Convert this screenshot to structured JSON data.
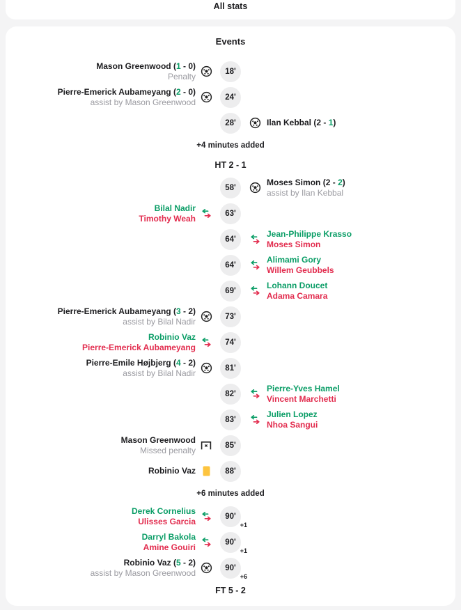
{
  "colors": {
    "page_bg": "#f4f4f5",
    "card_bg": "#ffffff",
    "pill_bg": "#ededee",
    "text": "#1c1c1f",
    "muted": "#9a9aa0",
    "green": "#0a9d66",
    "red": "#e22c4e",
    "yellow": "#fdc43f",
    "icon": "#222222"
  },
  "top_bar": {
    "label": "All stats"
  },
  "events": {
    "title": "Events",
    "rows": [
      {
        "type": "goal",
        "side": "home",
        "minute": "18'",
        "player": "Mason Greenwood",
        "score_parts": [
          " (",
          "1",
          " - ",
          "0",
          ")"
        ],
        "highlight": "home",
        "subtitle": "Penalty"
      },
      {
        "type": "goal",
        "side": "home",
        "minute": "24'",
        "player": "Pierre-Emerick Aubameyang",
        "score_parts": [
          " (",
          "2",
          " - ",
          "0",
          ")"
        ],
        "highlight": "home",
        "subtitle": "assist by Mason Greenwood"
      },
      {
        "type": "goal",
        "side": "away",
        "minute": "28'",
        "player": "Ilan Kebbal",
        "score_parts": [
          " (",
          "2",
          " - ",
          "1",
          ")"
        ],
        "highlight": "away",
        "subtitle": ""
      },
      {
        "type": "note",
        "text": "+4 minutes added"
      },
      {
        "type": "score",
        "period": "halftime",
        "text": "HT 2 - 1"
      },
      {
        "type": "goal",
        "side": "away",
        "minute": "58'",
        "player": "Moses Simon",
        "score_parts": [
          " (",
          "2",
          " - ",
          "2",
          ")"
        ],
        "highlight": "away",
        "subtitle": "assist by Ilan Kebbal"
      },
      {
        "type": "sub",
        "side": "home",
        "minute": "63'",
        "in": "Bilal Nadir",
        "out": "Timothy Weah"
      },
      {
        "type": "sub",
        "side": "away",
        "minute": "64'",
        "in": "Jean-Philippe Krasso",
        "out": "Moses Simon"
      },
      {
        "type": "sub",
        "side": "away",
        "minute": "64'",
        "in": "Alimami Gory",
        "out": "Willem Geubbels"
      },
      {
        "type": "sub",
        "side": "away",
        "minute": "69'",
        "in": "Lohann Doucet",
        "out": "Adama Camara"
      },
      {
        "type": "goal",
        "side": "home",
        "minute": "73'",
        "player": "Pierre-Emerick Aubameyang",
        "score_parts": [
          " (",
          "3",
          " - ",
          "2",
          ")"
        ],
        "highlight": "home",
        "subtitle": "assist by Bilal Nadir"
      },
      {
        "type": "sub",
        "side": "home",
        "minute": "74'",
        "in": "Robinio Vaz",
        "out": "Pierre-Emerick Aubameyang"
      },
      {
        "type": "goal",
        "side": "home",
        "minute": "81'",
        "player": "Pierre-Emile Højbjerg",
        "score_parts": [
          " (",
          "4",
          " - ",
          "2",
          ")"
        ],
        "highlight": "home",
        "subtitle": "assist by Bilal Nadir"
      },
      {
        "type": "sub",
        "side": "away",
        "minute": "82'",
        "in": "Pierre-Yves Hamel",
        "out": "Vincent Marchetti"
      },
      {
        "type": "sub",
        "side": "away",
        "minute": "83'",
        "in": "Julien Lopez",
        "out": "Nhoa Sangui"
      },
      {
        "type": "missed_penalty",
        "side": "home",
        "minute": "85'",
        "player": "Mason Greenwood",
        "subtitle": "Missed penalty"
      },
      {
        "type": "yellow_card",
        "side": "home",
        "minute": "88'",
        "player": "Robinio Vaz"
      },
      {
        "type": "note",
        "text": "+6 minutes added"
      },
      {
        "type": "sub",
        "side": "home",
        "minute": "90'",
        "minute_extra": "+1",
        "in": "Derek Cornelius",
        "out": "Ulisses Garcia"
      },
      {
        "type": "sub",
        "side": "home",
        "minute": "90'",
        "minute_extra": "+1",
        "in": "Darryl Bakola",
        "out": "Amine Gouiri"
      },
      {
        "type": "goal",
        "side": "home",
        "minute": "90'",
        "minute_extra": "+6",
        "player": "Robinio Vaz",
        "score_parts": [
          " (",
          "5",
          " - ",
          "2",
          ")"
        ],
        "highlight": "home",
        "subtitle": "assist by Mason Greenwood"
      },
      {
        "type": "score",
        "period": "fulltime",
        "text": "FT 5 - 2"
      }
    ]
  },
  "icons": {
    "goal": "goal-icon",
    "sub": "substitution-icon",
    "yellow_card": "yellow-card-icon",
    "missed_penalty": "missed-penalty-icon"
  }
}
